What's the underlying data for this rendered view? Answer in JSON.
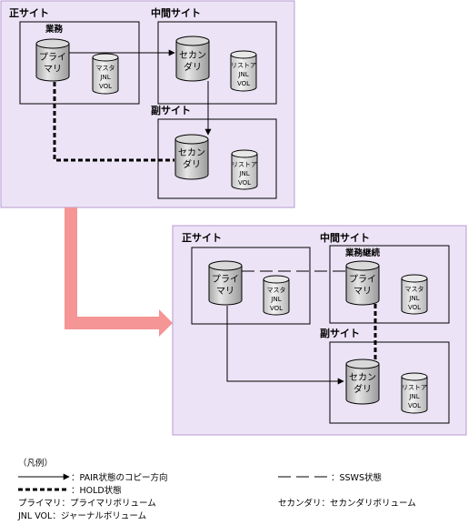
{
  "colors": {
    "panel_fill": "#ece4f6",
    "panel_stroke": "#b79ad0",
    "transition_arrow": "#f59595",
    "cylinder_main": "#d9d9d9",
    "cylinder_small": "#e8e8e8"
  },
  "top": {
    "primary_site": "正サイト",
    "middle_site": "中間サイト",
    "secondary_site": "副サイト",
    "business_label": "業務",
    "primary_vol": [
      "プライ",
      "マリ"
    ],
    "secondary_vol": [
      "セカン",
      "ダリ"
    ],
    "secondary2_vol": [
      "セカン",
      "ダリ"
    ],
    "master_jnl": [
      "マスタ",
      "JNL",
      "VOL"
    ],
    "restore_jnl_mid": [
      "リストア",
      "JNL",
      "VOL"
    ],
    "restore_jnl_sec": [
      "リストア",
      "JNL",
      "VOL"
    ]
  },
  "bottom": {
    "primary_site": "正サイト",
    "middle_site": "中間サイト",
    "secondary_site": "副サイト",
    "continue_label": "業務継続",
    "primary_vol": [
      "プライ",
      "マリ"
    ],
    "middle_vol": [
      "プライ",
      "マリ"
    ],
    "secondary_vol": [
      "セカン",
      "ダリ"
    ],
    "master_jnl_primary": [
      "マスタ",
      "JNL",
      "VOL"
    ],
    "master_jnl_mid": [
      "マスタ",
      "JNL",
      "VOL"
    ],
    "restore_jnl_sec": [
      "リストア",
      "JNL",
      "VOL"
    ]
  },
  "legend": {
    "title": "（凡例）",
    "pair_copy": "：PAIR状態のコピー方向",
    "hold": "：HOLD状態",
    "ssws": "：SSWS状態",
    "primary_def": "プライマリ：プライマリボリューム",
    "secondary_def": "セカンダリ：セカンダリボリューム",
    "jnl_def": "JNL VOL：ジャーナルボリューム"
  }
}
